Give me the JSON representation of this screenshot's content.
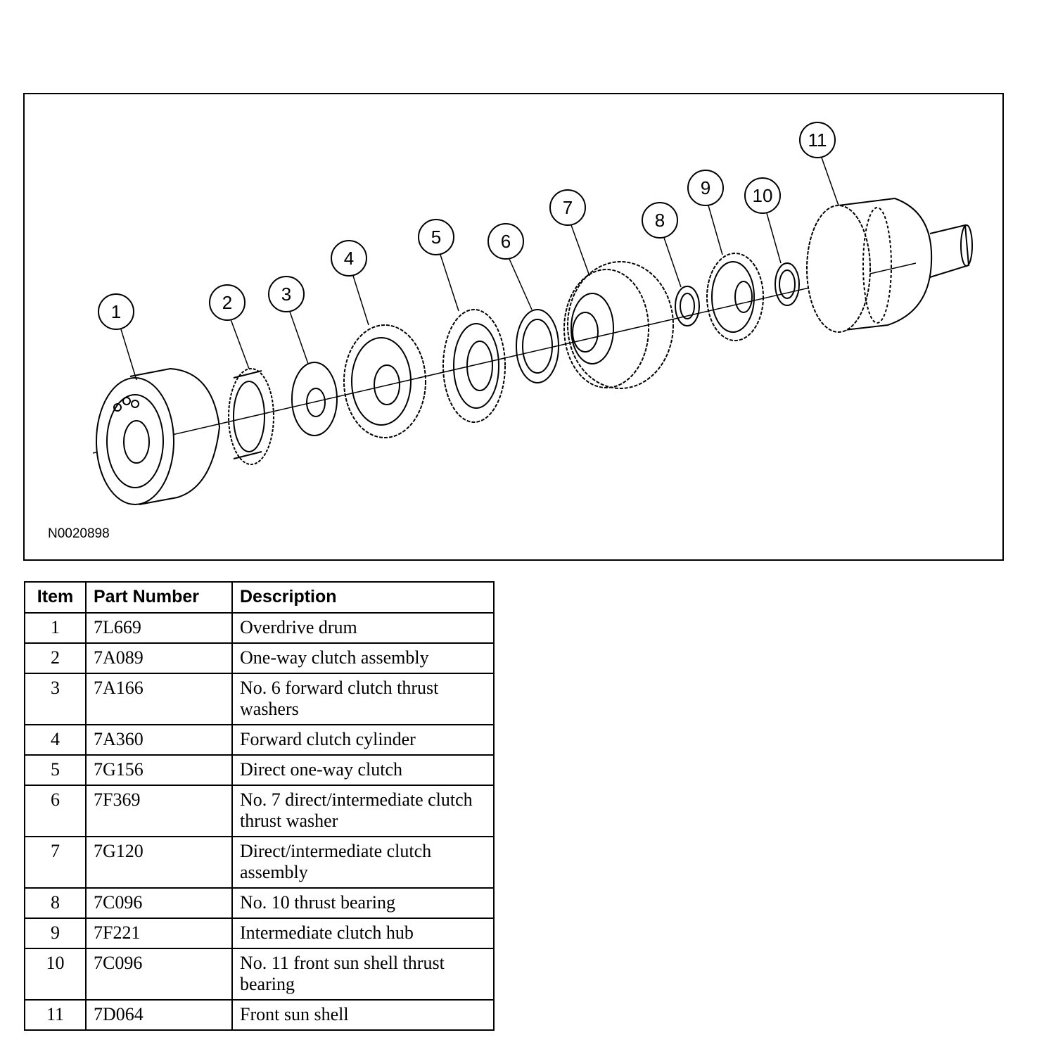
{
  "figure": {
    "id": "N0020898",
    "callouts": [
      "1",
      "2",
      "3",
      "4",
      "5",
      "6",
      "7",
      "8",
      "9",
      "10",
      "11"
    ]
  },
  "table": {
    "headers": [
      "Item",
      "Part Number",
      "Description"
    ],
    "rows": [
      {
        "item": "1",
        "part": "7L669",
        "desc": "Overdrive drum"
      },
      {
        "item": "2",
        "part": "7A089",
        "desc": "One-way clutch assembly"
      },
      {
        "item": "3",
        "part": "7A166",
        "desc": "No. 6 forward clutch thrust washers"
      },
      {
        "item": "4",
        "part": "7A360",
        "desc": "Forward clutch cylinder"
      },
      {
        "item": "5",
        "part": "7G156",
        "desc": "Direct one-way clutch"
      },
      {
        "item": "6",
        "part": "7F369",
        "desc": "No. 7 direct/intermediate clutch thrust washer"
      },
      {
        "item": "7",
        "part": "7G120",
        "desc": "Direct/intermediate clutch assembly"
      },
      {
        "item": "8",
        "part": "7C096",
        "desc": "No. 10 thrust bearing"
      },
      {
        "item": "9",
        "part": "7F221",
        "desc": "Intermediate clutch hub"
      },
      {
        "item": "10",
        "part": "7C096",
        "desc": "No. 11 front sun shell thrust bearing"
      },
      {
        "item": "11",
        "part": "7D064",
        "desc": "Front sun shell"
      }
    ]
  }
}
